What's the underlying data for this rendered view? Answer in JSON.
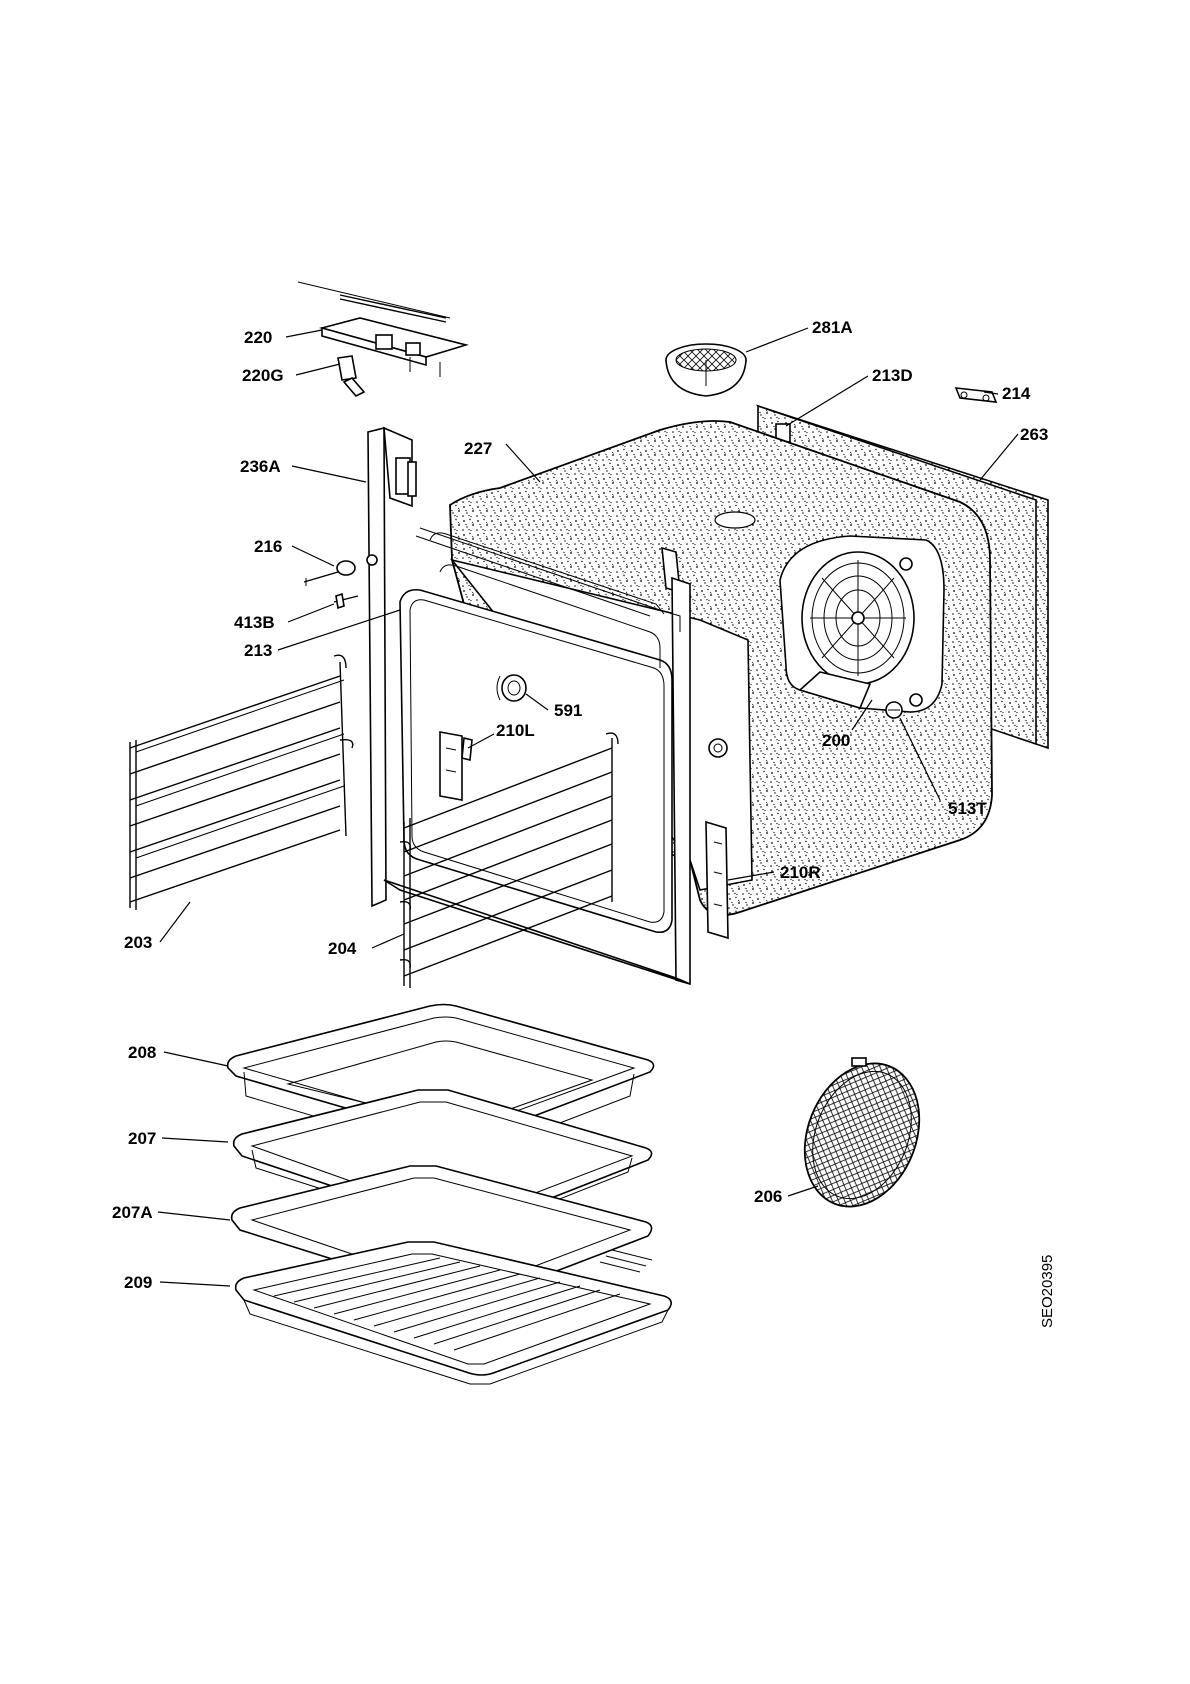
{
  "diagram": {
    "drawing_code": "SEO20395",
    "callouts": [
      {
        "id": "c-220",
        "text": "220"
      },
      {
        "id": "c-220g",
        "text": "220G"
      },
      {
        "id": "c-281a",
        "text": "281A"
      },
      {
        "id": "c-213d",
        "text": "213D"
      },
      {
        "id": "c-214",
        "text": "214"
      },
      {
        "id": "c-263",
        "text": "263"
      },
      {
        "id": "c-227",
        "text": "227"
      },
      {
        "id": "c-236a",
        "text": "236A"
      },
      {
        "id": "c-216",
        "text": "216"
      },
      {
        "id": "c-413b",
        "text": "413B"
      },
      {
        "id": "c-213",
        "text": "213"
      },
      {
        "id": "c-591",
        "text": "591"
      },
      {
        "id": "c-210l",
        "text": "210L"
      },
      {
        "id": "c-200",
        "text": "200"
      },
      {
        "id": "c-513t",
        "text": "513T"
      },
      {
        "id": "c-210r",
        "text": "210R"
      },
      {
        "id": "c-203",
        "text": "203"
      },
      {
        "id": "c-204",
        "text": "204"
      },
      {
        "id": "c-208",
        "text": "208"
      },
      {
        "id": "c-207",
        "text": "207"
      },
      {
        "id": "c-207a",
        "text": "207A"
      },
      {
        "id": "c-209",
        "text": "209"
      },
      {
        "id": "c-206",
        "text": "206"
      }
    ]
  }
}
